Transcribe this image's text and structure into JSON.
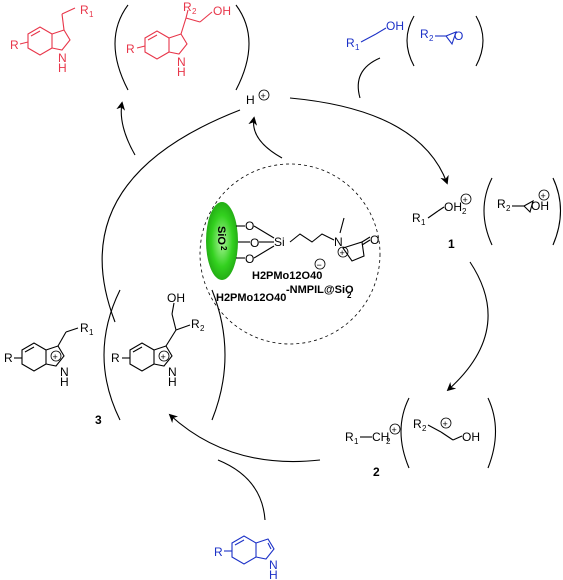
{
  "colors": {
    "product": "#e8364a",
    "reactant": "#1c31c7",
    "support": "#33d11f",
    "ink": "#000000"
  },
  "proton": {
    "symbol": "H",
    "charge": "+"
  },
  "products": {
    "indole_1": {
      "R": "R",
      "R1": "R",
      "R1_sub": "1",
      "NH": "N",
      "H": "H"
    },
    "indole_2": {
      "R": "R",
      "R2": "R",
      "R2_sub": "2",
      "OH": "OH",
      "NH": "N",
      "H": "H"
    }
  },
  "reactants_top": {
    "alcohol_R": "R",
    "alcohol_sub": "1",
    "alcohol_OH": "OH",
    "epoxide_R": "R",
    "epoxide_sub": "2",
    "epoxide_O": "O"
  },
  "intermediate_1": {
    "R1": "R",
    "R1_sub": "1",
    "OH2": "OH",
    "OH2_sub": "2",
    "R2": "R",
    "R2_sub": "2",
    "OH": "OH",
    "label": "1"
  },
  "intermediate_2": {
    "R1": "R",
    "R1_sub": "1",
    "CH2": "CH",
    "CH2_sub": "2",
    "R2": "R",
    "R2_sub": "2",
    "OH": "OH",
    "label": "2"
  },
  "intermediate_3": {
    "R": "R",
    "R1": "R",
    "R1_sub": "1",
    "NH": "N",
    "H": "H",
    "R2": "R",
    "R2_sub": "2",
    "OH": "OH",
    "label": "3"
  },
  "indole_reactant": {
    "R": "R",
    "N": "N",
    "H": "H"
  },
  "catalyst": {
    "support_label": "SiO",
    "support_sub": "2",
    "o_labels": [
      "O",
      "O",
      "O"
    ],
    "si": "Si",
    "n": "N",
    "carbonyl_o": "O",
    "anion": "H2PMo12O40",
    "anion_charge": "−",
    "name_line1": "H2PMo12O40",
    "name_line2": "-NMPIL@SiO",
    "name_line2_sub": "2"
  }
}
